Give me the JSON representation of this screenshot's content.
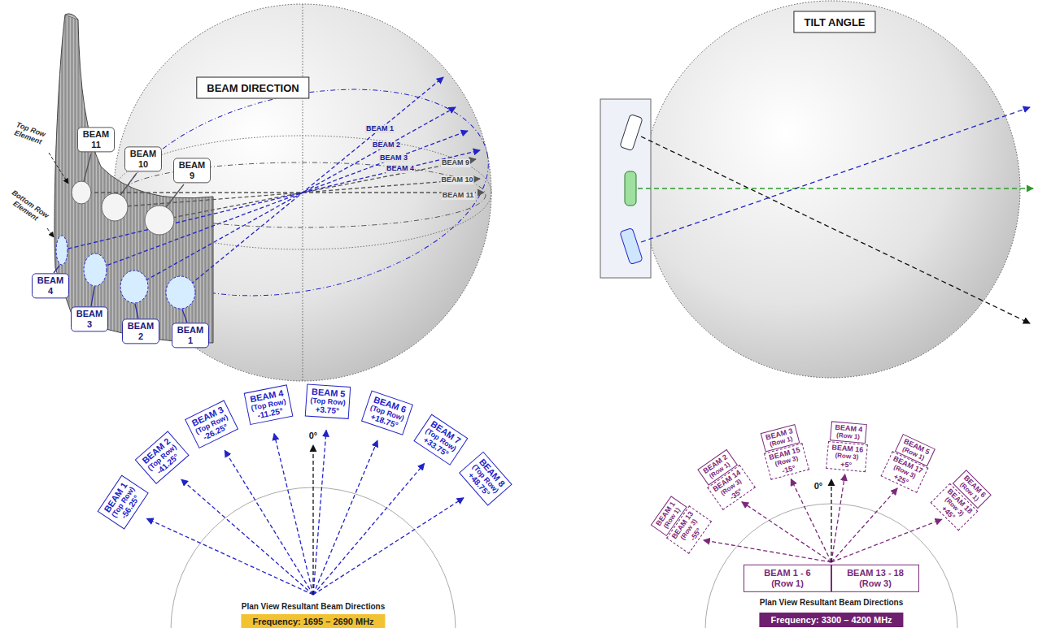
{
  "diagram": {
    "nodes": [
      {
        "text": [
          "BEAM DIRECTION"
        ]
      },
      {
        "text": [
          "TILT ANGLE"
        ]
      },
      {
        "text": [
          "BEAM 11"
        ]
      },
      {
        "text": [
          "BEAM 10"
        ]
      },
      {
        "text": [
          "BEAM 9"
        ]
      },
      {
        "text": [
          "BEAM 4"
        ]
      },
      {
        "text": [
          "BEAM 3"
        ]
      },
      {
        "text": [
          "BEAM 2"
        ]
      },
      {
        "text": [
          "BEAM 1"
        ]
      },
      {
        "text": [
          "BEAM 1",
          "(Top Row)",
          "-56.25°"
        ]
      },
      {
        "text": [
          "BEAM 2",
          "(Top Row)",
          "-41.25°"
        ]
      },
      {
        "text": [
          "BEAM 3",
          "(Top Row)",
          "-26.25°"
        ]
      },
      {
        "text": [
          "BEAM 4",
          "(Top Row)",
          "-11.25°"
        ]
      },
      {
        "text": [
          "BEAM 5",
          "(Top Row)",
          "+3.75°"
        ]
      },
      {
        "text": [
          "BEAM 6",
          "(Top Row)",
          "+18.75°"
        ]
      },
      {
        "text": [
          "BEAM 7",
          "(Top Row)",
          "+33.75°"
        ]
      },
      {
        "text": [
          "BEAM 8",
          "(Top Row)",
          "+48.75°"
        ]
      },
      {
        "text": [
          "Frequency: 1695 – 2690 MHz"
        ]
      },
      {
        "text": [
          "BEAM 1",
          "(Row 1)"
        ]
      },
      {
        "text": [
          "BEAM 13",
          "(Row 3)",
          "-55°"
        ]
      },
      {
        "text": [
          "BEAM 2",
          "(Row 1)"
        ]
      },
      {
        "text": [
          "BEAM 14",
          "(Row 3)",
          "-35°"
        ]
      },
      {
        "text": [
          "BEAM 3",
          "(Row 1)"
        ]
      },
      {
        "text": [
          "BEAM 15",
          "(Row 3)",
          "-15°"
        ]
      },
      {
        "text": [
          "BEAM 4",
          "(Row 1)"
        ]
      },
      {
        "text": [
          "BEAM 16",
          "(Row 3)",
          "+5°"
        ]
      },
      {
        "text": [
          "BEAM 5",
          "(Row 1)"
        ]
      },
      {
        "text": [
          "BEAM 17",
          "(Row 3)",
          "+25°"
        ]
      },
      {
        "text": [
          "BEAM 6",
          "(Row 1)"
        ]
      },
      {
        "text": [
          "BEAM 18",
          "(Row 3)",
          "+45°"
        ]
      },
      {
        "text": [
          "BEAM 1 - 6",
          "(Row 1)"
        ]
      },
      {
        "text": [
          "BEAM 13 - 18",
          "(Row 3)"
        ]
      },
      {
        "text": [
          "Frequency: 3300 – 4200 MHz"
        ]
      }
    ],
    "labels": [
      "Top Row Element",
      "Bottom Row Element",
      "BEAM 1",
      "BEAM 2",
      "BEAM 3",
      "BEAM 4",
      "BEAM 9",
      "BEAM 10",
      "BEAM 11",
      "0°",
      "Plan View Resultant Beam Directions",
      "0°",
      "Plan View Resultant Beam Directions"
    ]
  }
}
